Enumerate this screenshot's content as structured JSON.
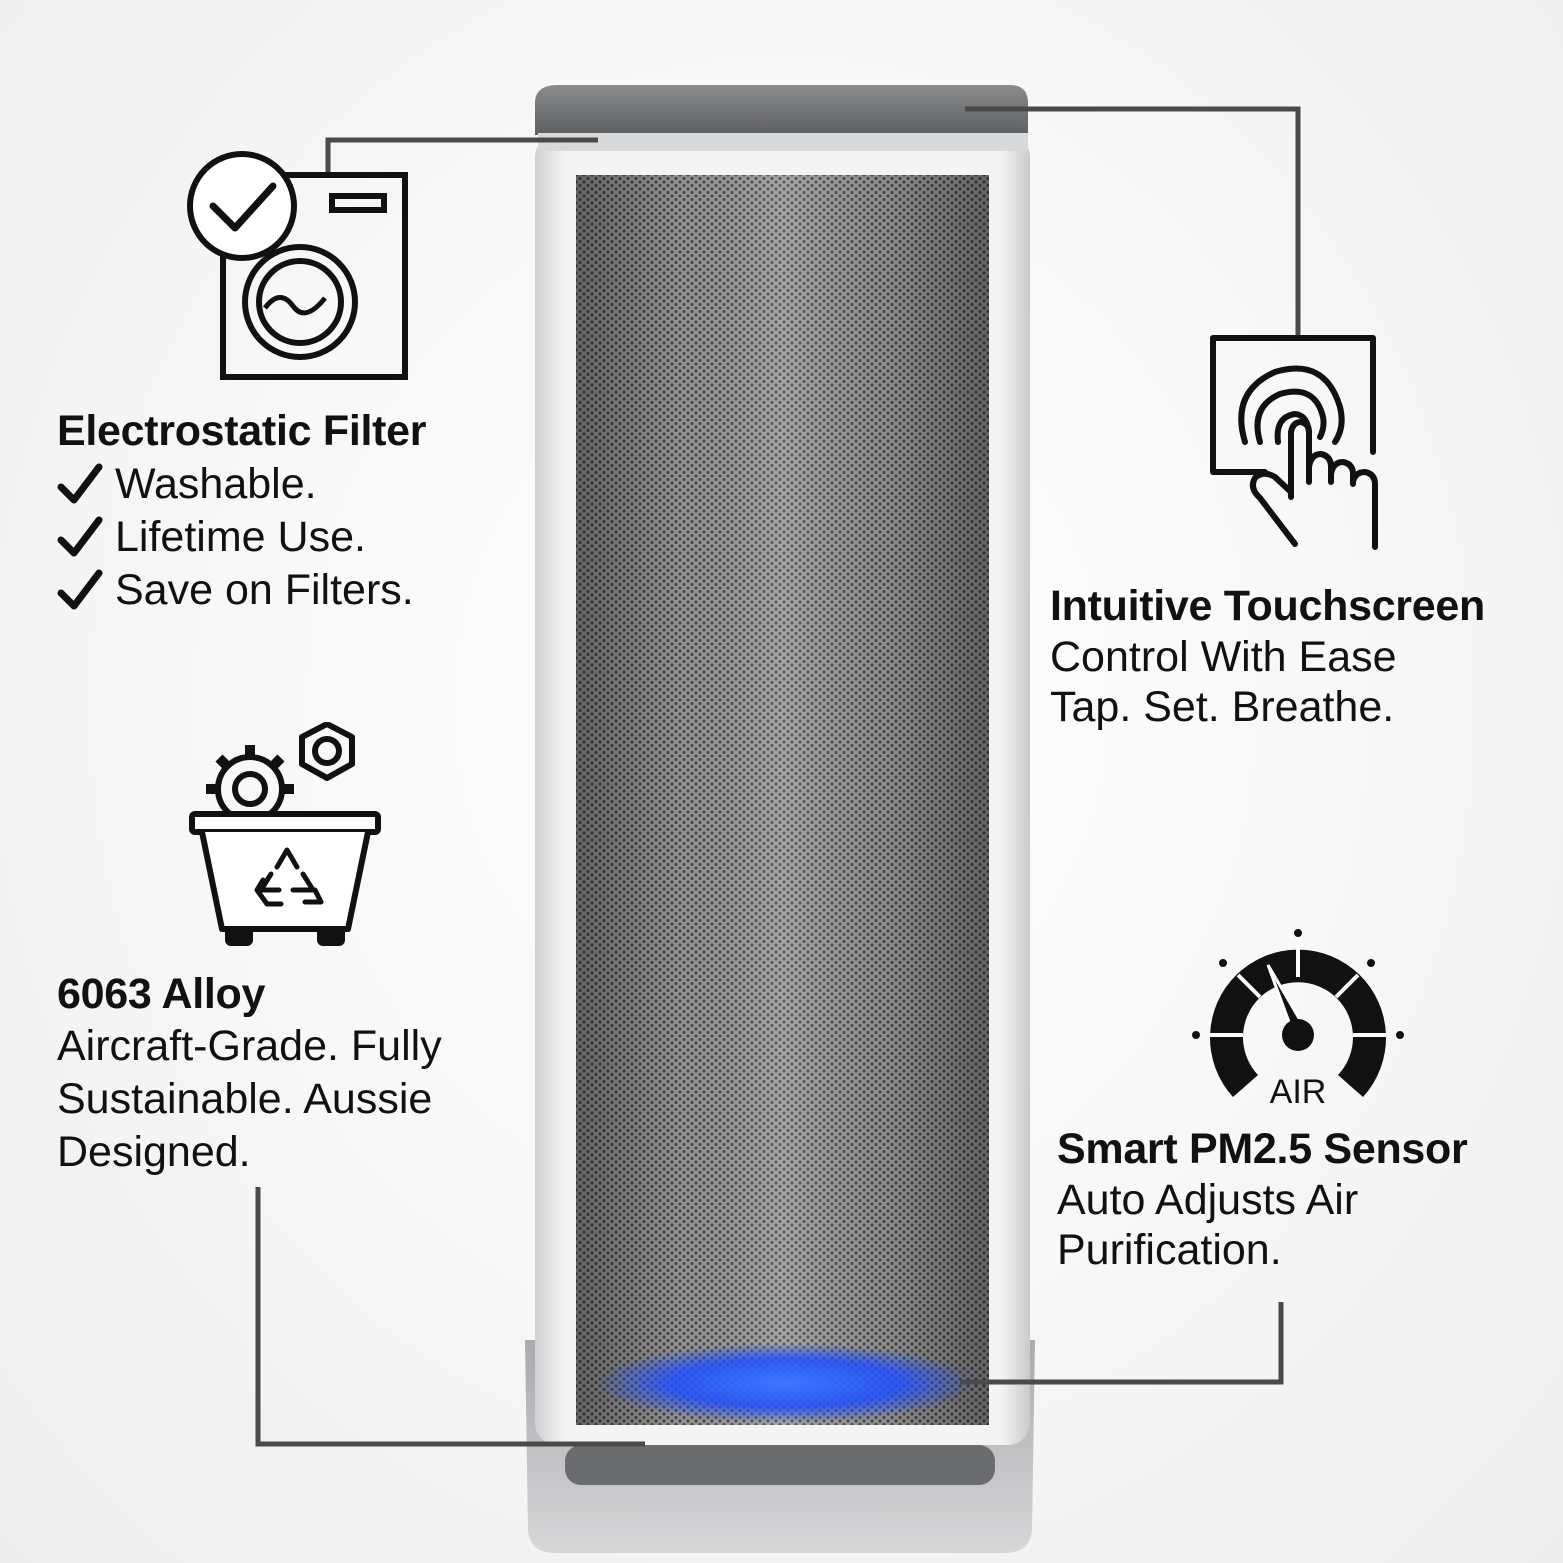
{
  "features": {
    "electrostatic": {
      "title": "Electrostatic Filter",
      "items": [
        "Washable.",
        "Lifetime Use.",
        "Save on Filters."
      ],
      "icon": "washing-machine-check-icon"
    },
    "alloy": {
      "title": "6063 Alloy",
      "lines": [
        "Aircraft-Grade. Fully",
        "Sustainable. Aussie",
        "Designed."
      ],
      "icon": "recycle-bin-gear-icon"
    },
    "touchscreen": {
      "title": "Intuitive Touchscreen",
      "lines": [
        "Control With Ease",
        "Tap. Set. Breathe."
      ],
      "icon": "touch-tap-icon"
    },
    "sensor": {
      "title": "Smart PM2.5 Sensor",
      "lines": [
        "Auto Adjusts Air",
        "Purification."
      ],
      "icon": "air-gauge-icon",
      "gauge_label": "AIR"
    }
  },
  "colors": {
    "text": "#111111",
    "connector": "#4a4a4a",
    "accent_glow": "#1f5cff"
  }
}
